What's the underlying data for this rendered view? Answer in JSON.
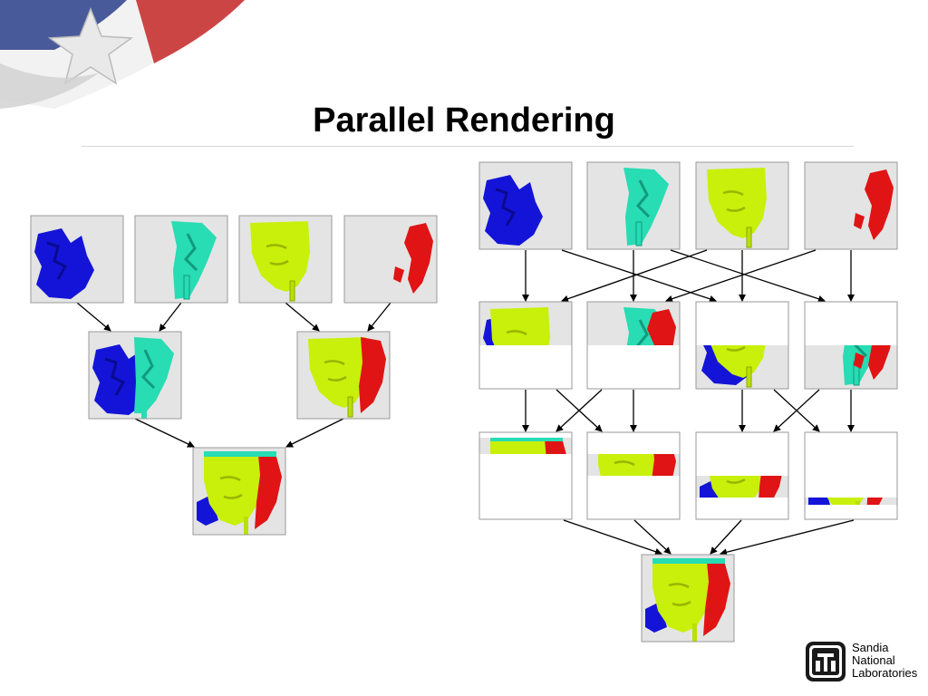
{
  "slide": {
    "title": "Parallel Rendering"
  },
  "logo": {
    "lines": [
      "Sandia",
      "National",
      "Laboratories"
    ]
  },
  "colors": {
    "blue": "#1414d8",
    "teal": "#28dcb4",
    "yellow": "#c8f00a",
    "red": "#e01414",
    "tile_bg": "#e4e4e4",
    "tile_border": "#9a9a9a",
    "logo": "#1a1a1a"
  },
  "icons": {
    "flag": "flag-star-icon",
    "logo": "sandia-thunderbird-icon"
  }
}
